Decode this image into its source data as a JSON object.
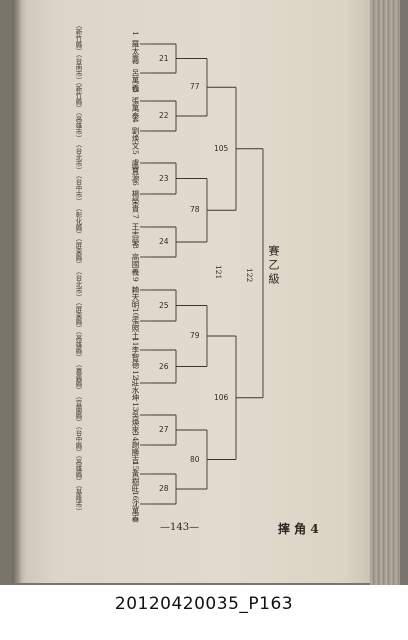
{
  "heading": "賽乙級",
  "entries": [
    {
      "seed": "1",
      "name": "羅太喬",
      "org": "（新竹縣）"
    },
    {
      "seed": "2",
      "name": "呂萬義",
      "org": "（台南市）"
    },
    {
      "seed": "3",
      "name": "張萬泰",
      "org": "（新竹縣）"
    },
    {
      "seed": "4",
      "name": "劉焕文",
      "org": "（高雄市）"
    },
    {
      "seed": "5",
      "name": "盧寶源",
      "org": "（台北市）"
    },
    {
      "seed": "6",
      "name": "楊榮貴",
      "org": "（台中市）"
    },
    {
      "seed": "7",
      "name": "王志榮",
      "org": "（彰化縣）"
    },
    {
      "seed": "8",
      "name": "高國義",
      "org": "（屏東縣）"
    },
    {
      "seed": "9",
      "name": "賴天明",
      "org": "（台北市）"
    },
    {
      "seed": "10",
      "name": "張照土",
      "org": "（屏東縣）"
    },
    {
      "seed": "11",
      "name": "李智德",
      "org": "（高雄縣）"
    },
    {
      "seed": "12",
      "name": "莊水坤",
      "org": "（嘉義縣）"
    },
    {
      "seed": "13",
      "name": "吳煥來",
      "org": "（宜蘭縣）"
    },
    {
      "seed": "14",
      "name": "謝勝吉",
      "org": "（台中縣）"
    },
    {
      "seed": "15",
      "name": "黃樹旺",
      "org": "（高雄縣）"
    },
    {
      "seed": "16",
      "name": "沈萬春",
      "org": "（基隆市）"
    }
  ],
  "matches": {
    "r1": [
      "21",
      "22",
      "23",
      "24",
      "25",
      "26",
      "27",
      "28"
    ],
    "r2": [
      "77",
      "78",
      "79",
      "80"
    ],
    "r3": [
      "105",
      "106"
    ],
    "r4": [
      "121",
      "122"
    ]
  },
  "footer": {
    "page_number": "—143—",
    "section": "摔 角 4"
  },
  "caption": "20120420035_P163"
}
